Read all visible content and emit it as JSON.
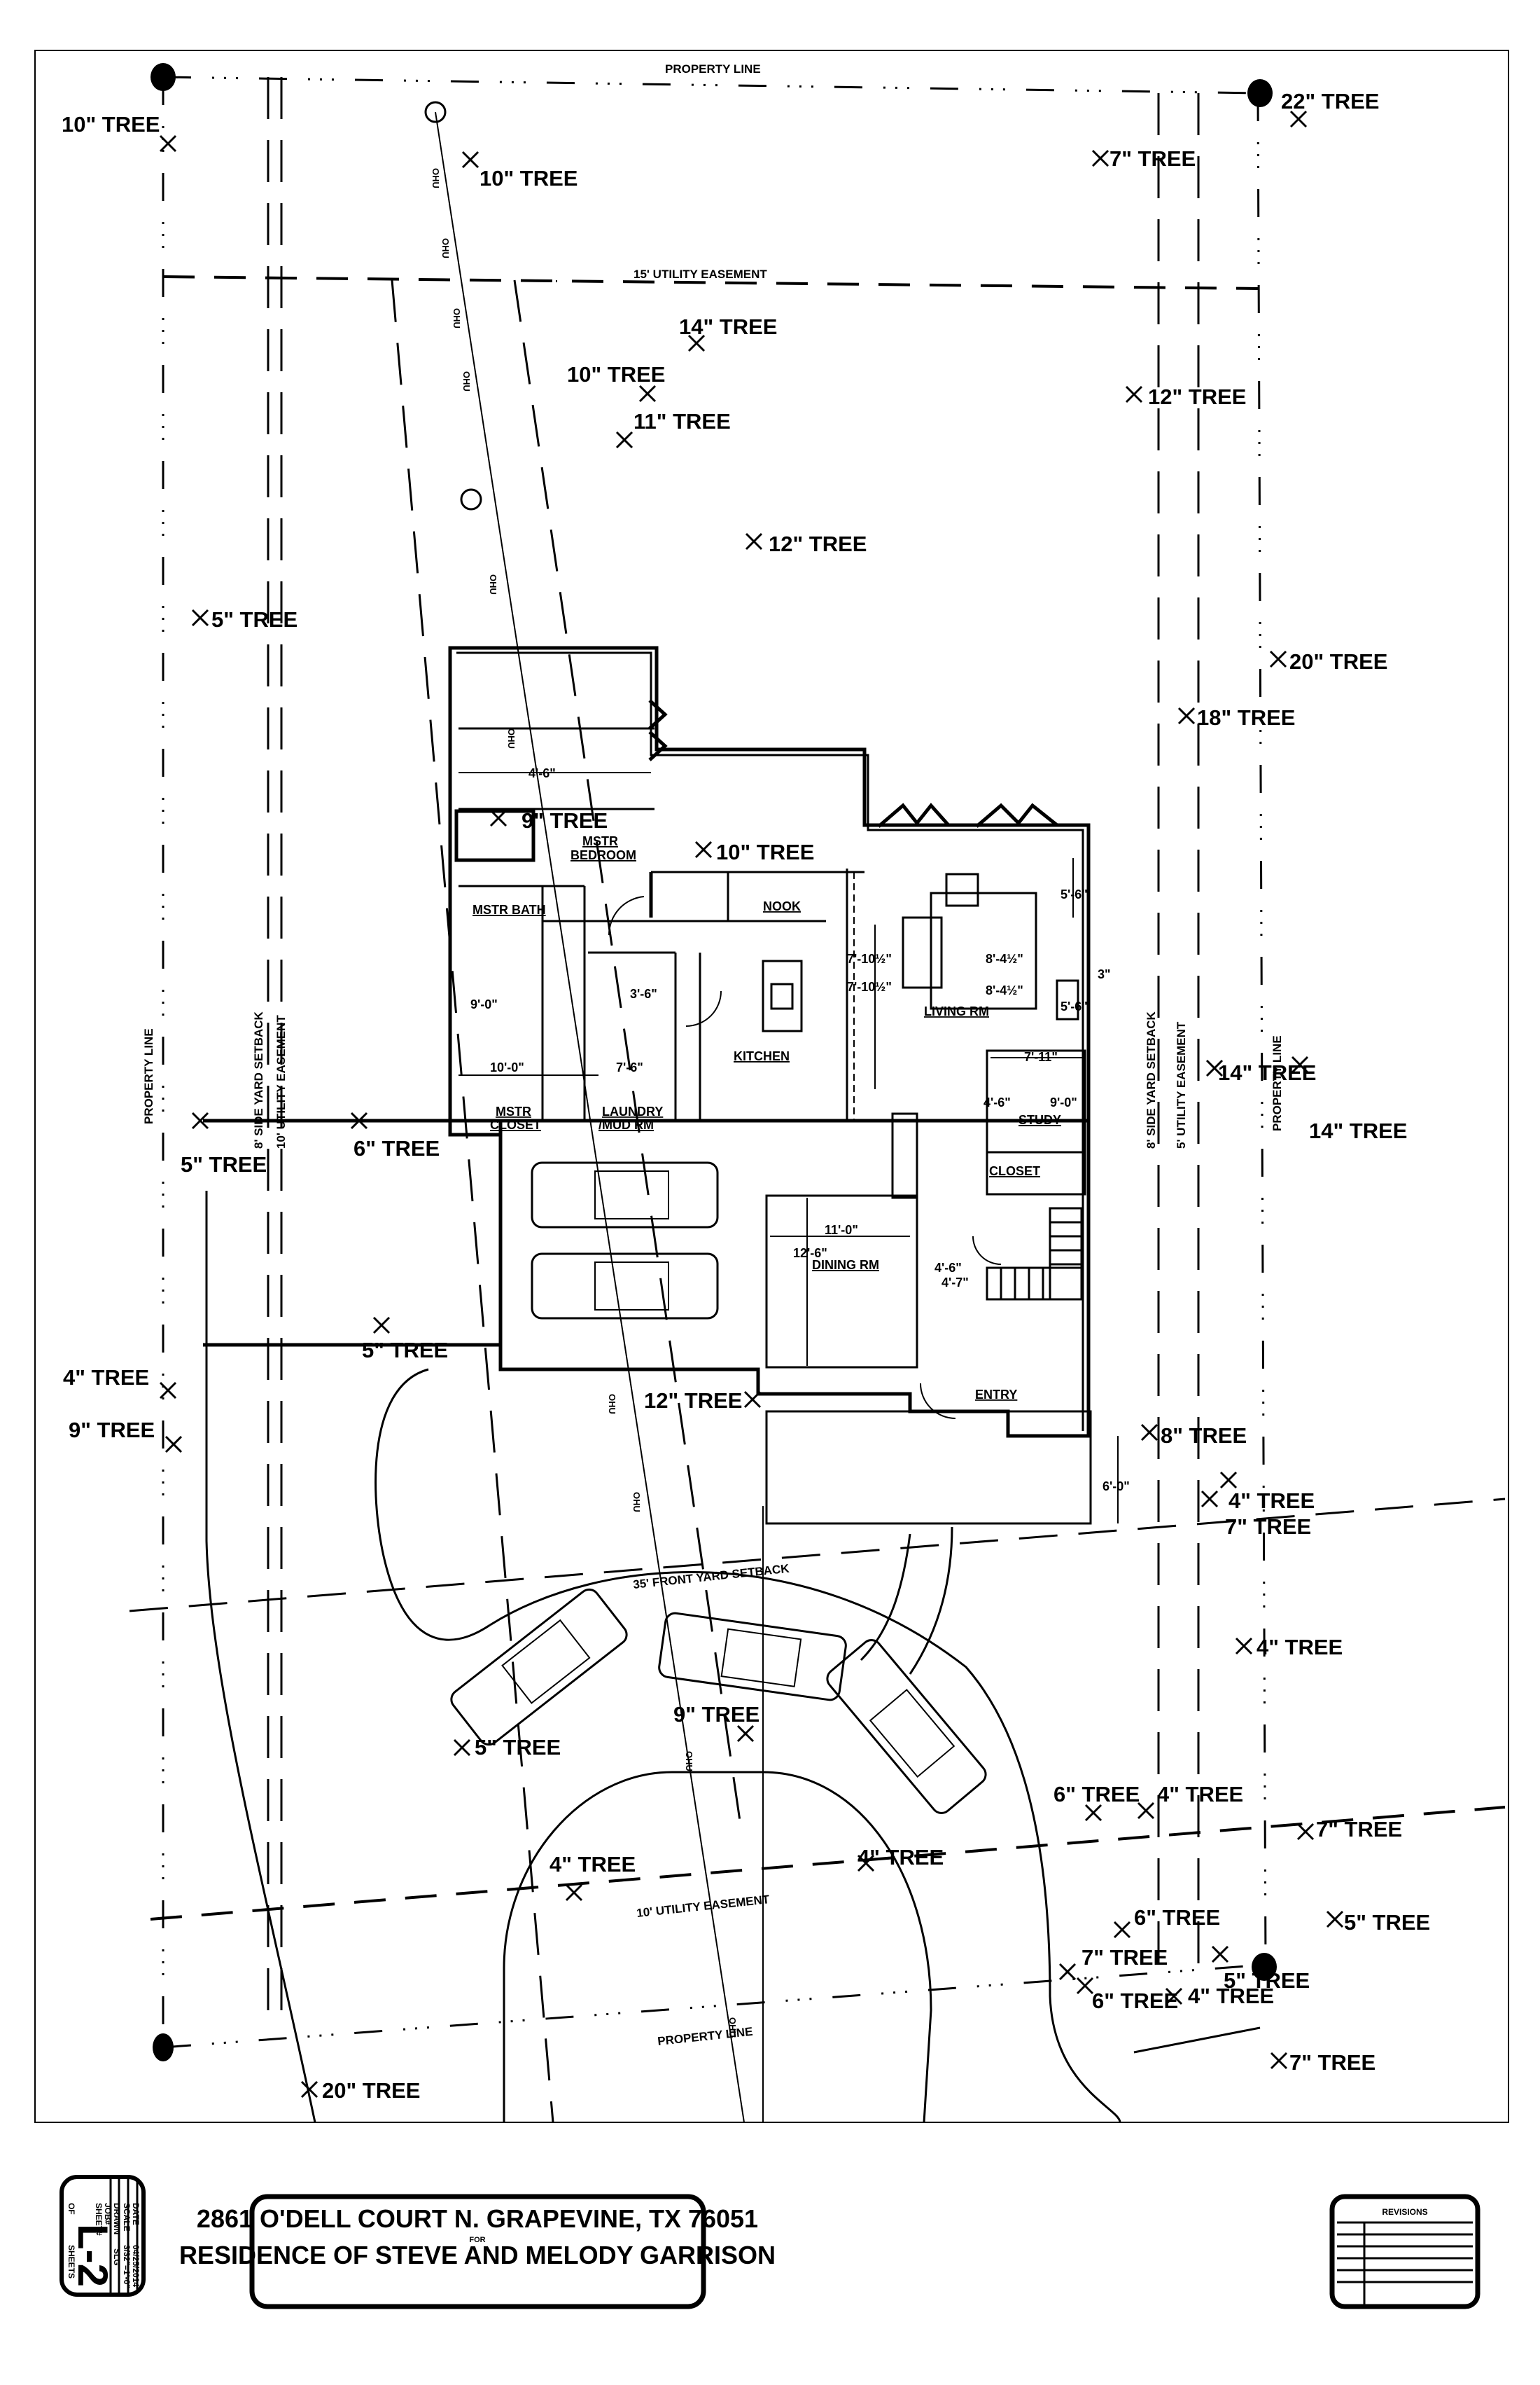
{
  "sheet": {
    "address": "2861 O'DELL COURT N. GRAPEVINE, TX 76051",
    "for_label": "FOR",
    "client": "RESIDENCE OF STEVE AND MELODY GARRISON",
    "date_label": "DATE",
    "date": "04/25/2014",
    "scale_label": "SCALE",
    "scale": "3/32\"=1'-0\"",
    "drawn_label": "DRAWN",
    "drawn": "SLG",
    "job_label": "JOB#",
    "job": "",
    "sheet_label": "SHEET#",
    "sheet_number": "L-2",
    "of_label": "OF",
    "sheets_label": "SHEETS",
    "revisions_label": "REVISIONS",
    "revision_rows": 7
  },
  "site_labels": {
    "property_line_top": "PROPERTY LINE",
    "property_line_bottom": "PROPERTY LINE",
    "property_line_left": "PROPERTY LINE",
    "property_line_right": "PROPERTY LINE",
    "utility_easement_rear": "15' UTILITY EASEMENT",
    "utility_easement_front": "10' UTILITY EASEMENT",
    "side_setback_left": "8' SIDE YARD SETBACK",
    "side_easement_left": "10' UTILITY EASEMENT",
    "side_setback_right": "8' SIDE YARD SETBACK",
    "side_easement_right": "5' UTILITY EASEMENT",
    "front_setback": "35' FRONT YARD SETBACK",
    "overhead_utility": "OHU"
  },
  "trees": [
    {
      "id": "t1",
      "label": "10\" TREE"
    },
    {
      "id": "t2",
      "label": "10\" TREE"
    },
    {
      "id": "t3",
      "label": "7\" TREE"
    },
    {
      "id": "t4",
      "label": "22\" TREE"
    },
    {
      "id": "t5",
      "label": "14\" TREE"
    },
    {
      "id": "t6",
      "label": "10\" TREE"
    },
    {
      "id": "t7",
      "label": "11\" TREE"
    },
    {
      "id": "t8",
      "label": "12\" TREE"
    },
    {
      "id": "t9",
      "label": "12\" TREE"
    },
    {
      "id": "t10",
      "label": "5\" TREE"
    },
    {
      "id": "t11",
      "label": "20\" TREE"
    },
    {
      "id": "t12",
      "label": "18\" TREE"
    },
    {
      "id": "t13",
      "label": "9\" TREE"
    },
    {
      "id": "t14",
      "label": "10\" TREE"
    },
    {
      "id": "t15",
      "label": "14\" TREE"
    },
    {
      "id": "t16",
      "label": "14\" TREE"
    },
    {
      "id": "t17",
      "label": "5\" TREE"
    },
    {
      "id": "t18",
      "label": "6\" TREE"
    },
    {
      "id": "t19",
      "label": "4\" TREE"
    },
    {
      "id": "t20",
      "label": "9\" TREE"
    },
    {
      "id": "t21",
      "label": "5\" TREE"
    },
    {
      "id": "t22",
      "label": "12\" TREE"
    },
    {
      "id": "t23",
      "label": "8\" TREE"
    },
    {
      "id": "t24",
      "label": "4\" TREE"
    },
    {
      "id": "t25",
      "label": "7\" TREE"
    },
    {
      "id": "t26",
      "label": "4\" TREE"
    },
    {
      "id": "t27",
      "label": "9\" TREE"
    },
    {
      "id": "t28",
      "label": "5\" TREE"
    },
    {
      "id": "t29",
      "label": "6\" TREE"
    },
    {
      "id": "t30",
      "label": "4\" TREE"
    },
    {
      "id": "t31",
      "label": "7\" TREE"
    },
    {
      "id": "t32",
      "label": "4\" TREE"
    },
    {
      "id": "t33",
      "label": "4\" TREE"
    },
    {
      "id": "t34",
      "label": "6\" TREE"
    },
    {
      "id": "t35",
      "label": "5\" TREE"
    },
    {
      "id": "t36",
      "label": "7\" TREE"
    },
    {
      "id": "t37",
      "label": "5\" TREE"
    },
    {
      "id": "t38",
      "label": "6\" TREE"
    },
    {
      "id": "t39",
      "label": "4\" TREE"
    },
    {
      "id": "t40",
      "label": "7\" TREE"
    },
    {
      "id": "t41",
      "label": "20\" TREE"
    }
  ],
  "rooms": {
    "master_bedroom_1": "MSTR",
    "master_bedroom_2": "BEDROOM",
    "master_bath": "MSTR  BATH",
    "master_closet_1": "MSTR",
    "master_closet_2": "CLOSET",
    "laundry_1": "LAUNDRY",
    "laundry_2": "/MUD  RM",
    "nook": "NOOK",
    "kitchen": "KITCHEN",
    "living": "LIVING  RM",
    "study": "STUDY",
    "closet": "CLOSET",
    "dining": "DINING  RM",
    "entry": "ENTRY"
  },
  "dimensions": {
    "d_4_6_top": "4'-6\"",
    "d_9_0_bath": "9'-0\"",
    "d_10_0": "10'-0\"",
    "d_7_6": "7'-6\"",
    "d_3_6": "3'-6\"",
    "d_7_10a": "7'-10½\"",
    "d_7_10b": "7'-10½\"",
    "d_8_4a": "8'-4½\"",
    "d_8_4b": "8'-4½\"",
    "d_5_6a": "5'-6\"",
    "d_5_6b": "5'-6\"",
    "d_3": "3\"",
    "d_7_11": "7'-11\"",
    "d_4_6_study": "4'-6\"",
    "d_9_0_study": "9'-0\"",
    "d_11_0": "11'-0\"",
    "d_12_6": "12'-6\"",
    "d_4_6_hall": "4'-6\"",
    "d_4_7": "4'-7\"",
    "d_6_0": "6'-0\""
  }
}
